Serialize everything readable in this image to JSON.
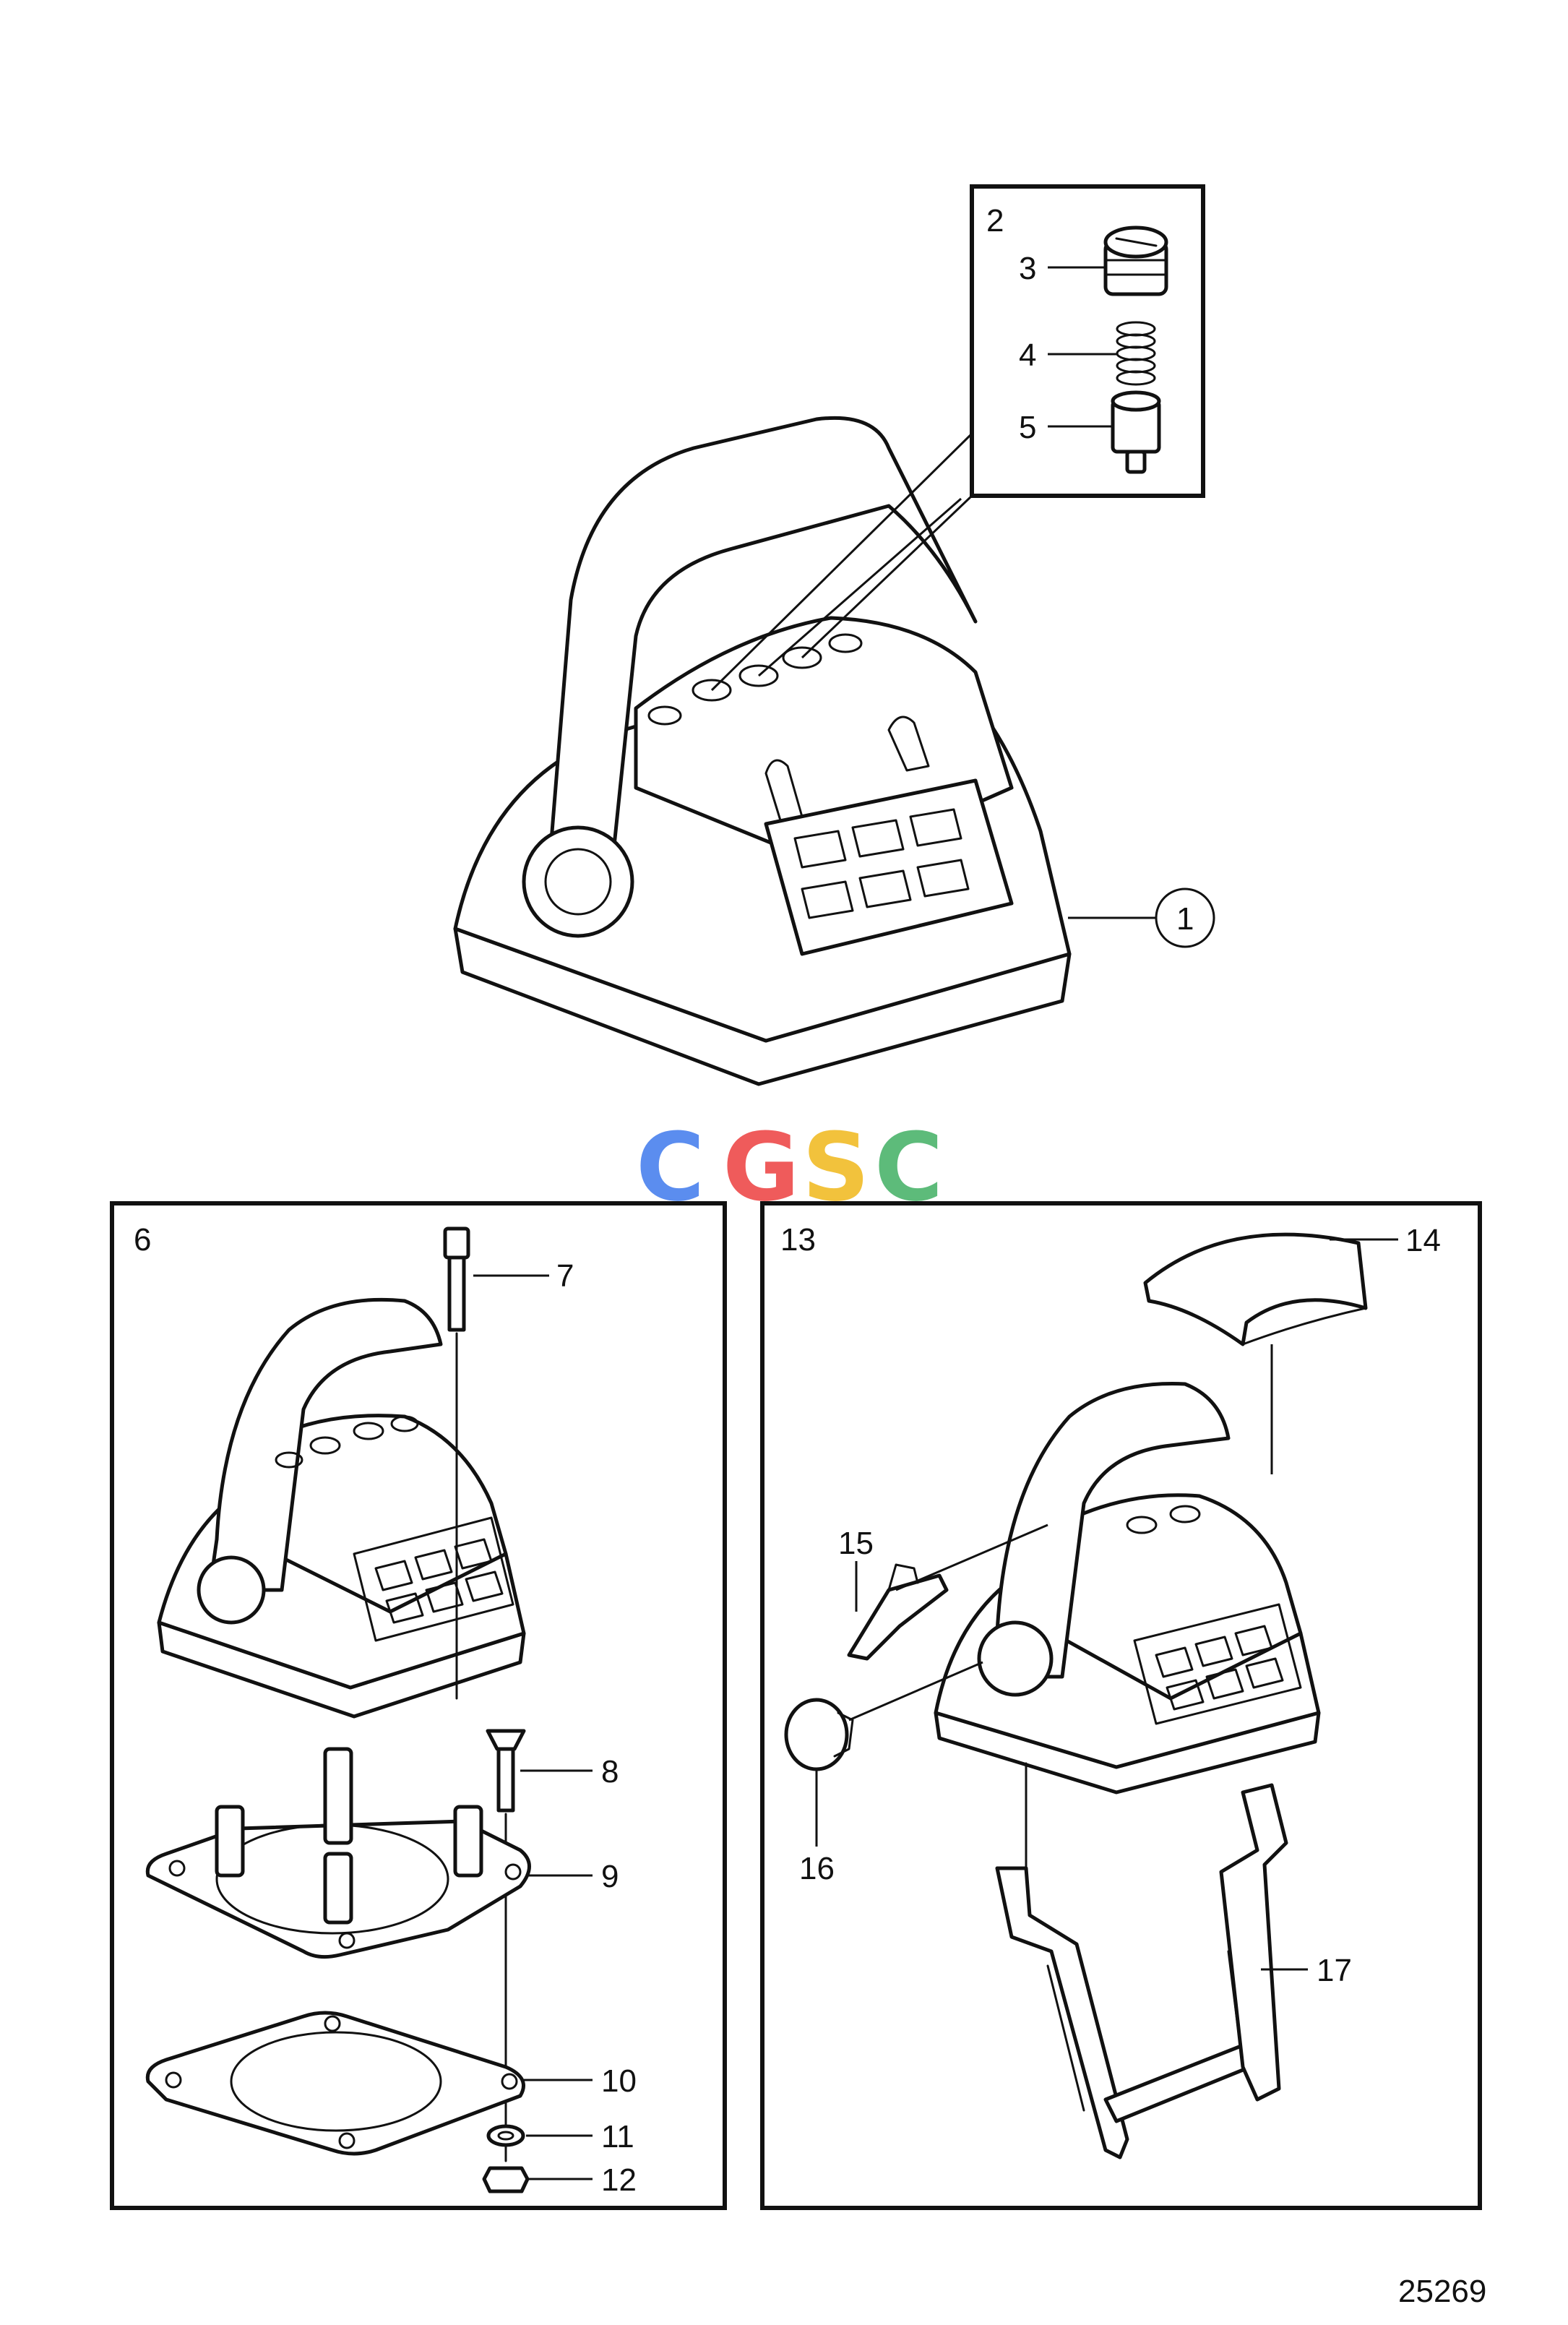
{
  "callouts": {
    "c1": "1",
    "c2": "2",
    "c3": "3",
    "c4": "4",
    "c5": "5",
    "c6": "6",
    "c7": "7",
    "c8": "8",
    "c9": "9",
    "c10": "10",
    "c11": "11",
    "c12": "12",
    "c13": "13",
    "c14": "14",
    "c15": "15",
    "c16": "16",
    "c17": "17"
  },
  "watermark": {
    "letters": [
      "C",
      "G",
      "S",
      "C"
    ],
    "colors": [
      "#5b8def",
      "#ef5b5b",
      "#f2c23c",
      "#5dbb7a"
    ]
  },
  "illustration_number": "25269",
  "colors": {
    "line": "#111111",
    "background": "#ffffff"
  }
}
